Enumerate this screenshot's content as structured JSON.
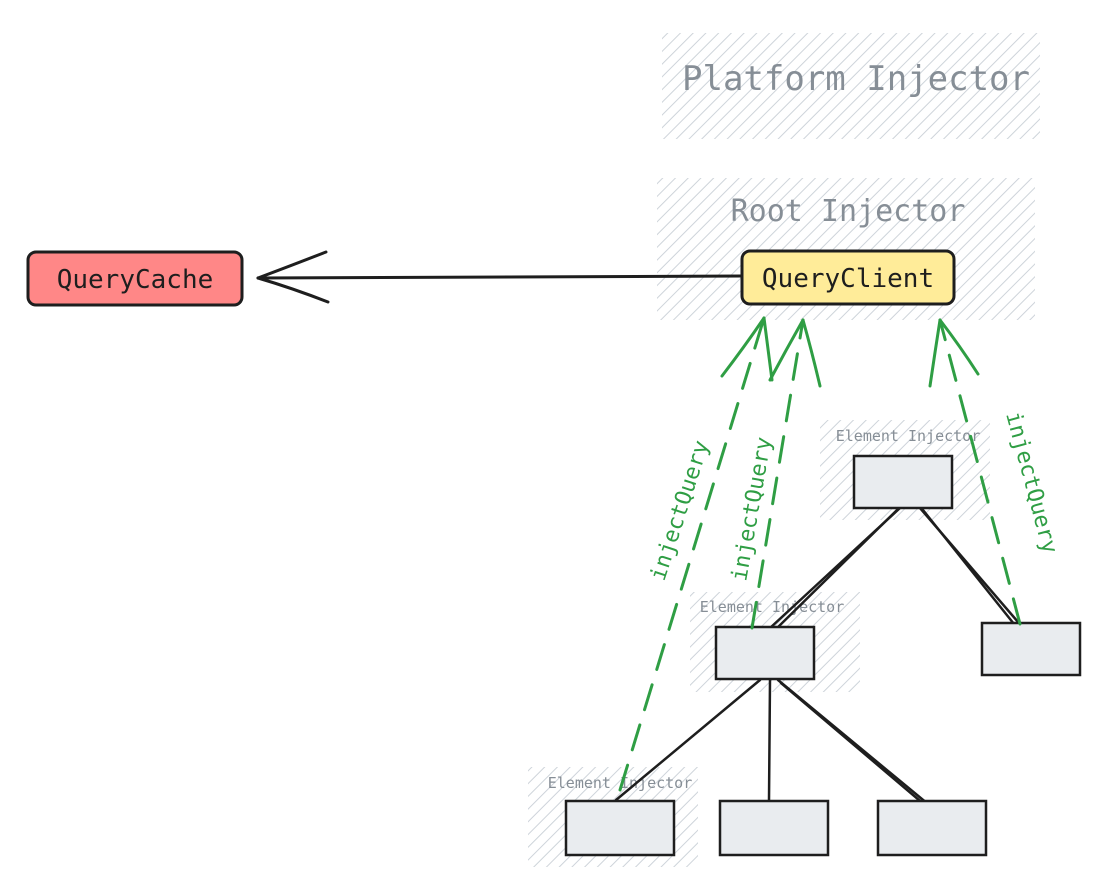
{
  "colors": {
    "hatch": "#ced4da",
    "zone_text": "#868e96",
    "stroke": "#1e1e1e",
    "query_cache_fill": "#ff8787",
    "query_client_fill": "#ffec99",
    "element_fill": "#e9ecef",
    "inject_arrow": "#2f9e44"
  },
  "zones": {
    "platform": "Platform Injector",
    "root": "Root Injector",
    "element_1": "Element Injector",
    "element_2": "Element Injector",
    "element_3": "Element Injector"
  },
  "nodes": {
    "query_cache": "QueryCache",
    "query_client": "QueryClient"
  },
  "edges": {
    "inject_1": "injectQuery",
    "inject_2": "injectQuery",
    "inject_3": "injectQuery"
  }
}
